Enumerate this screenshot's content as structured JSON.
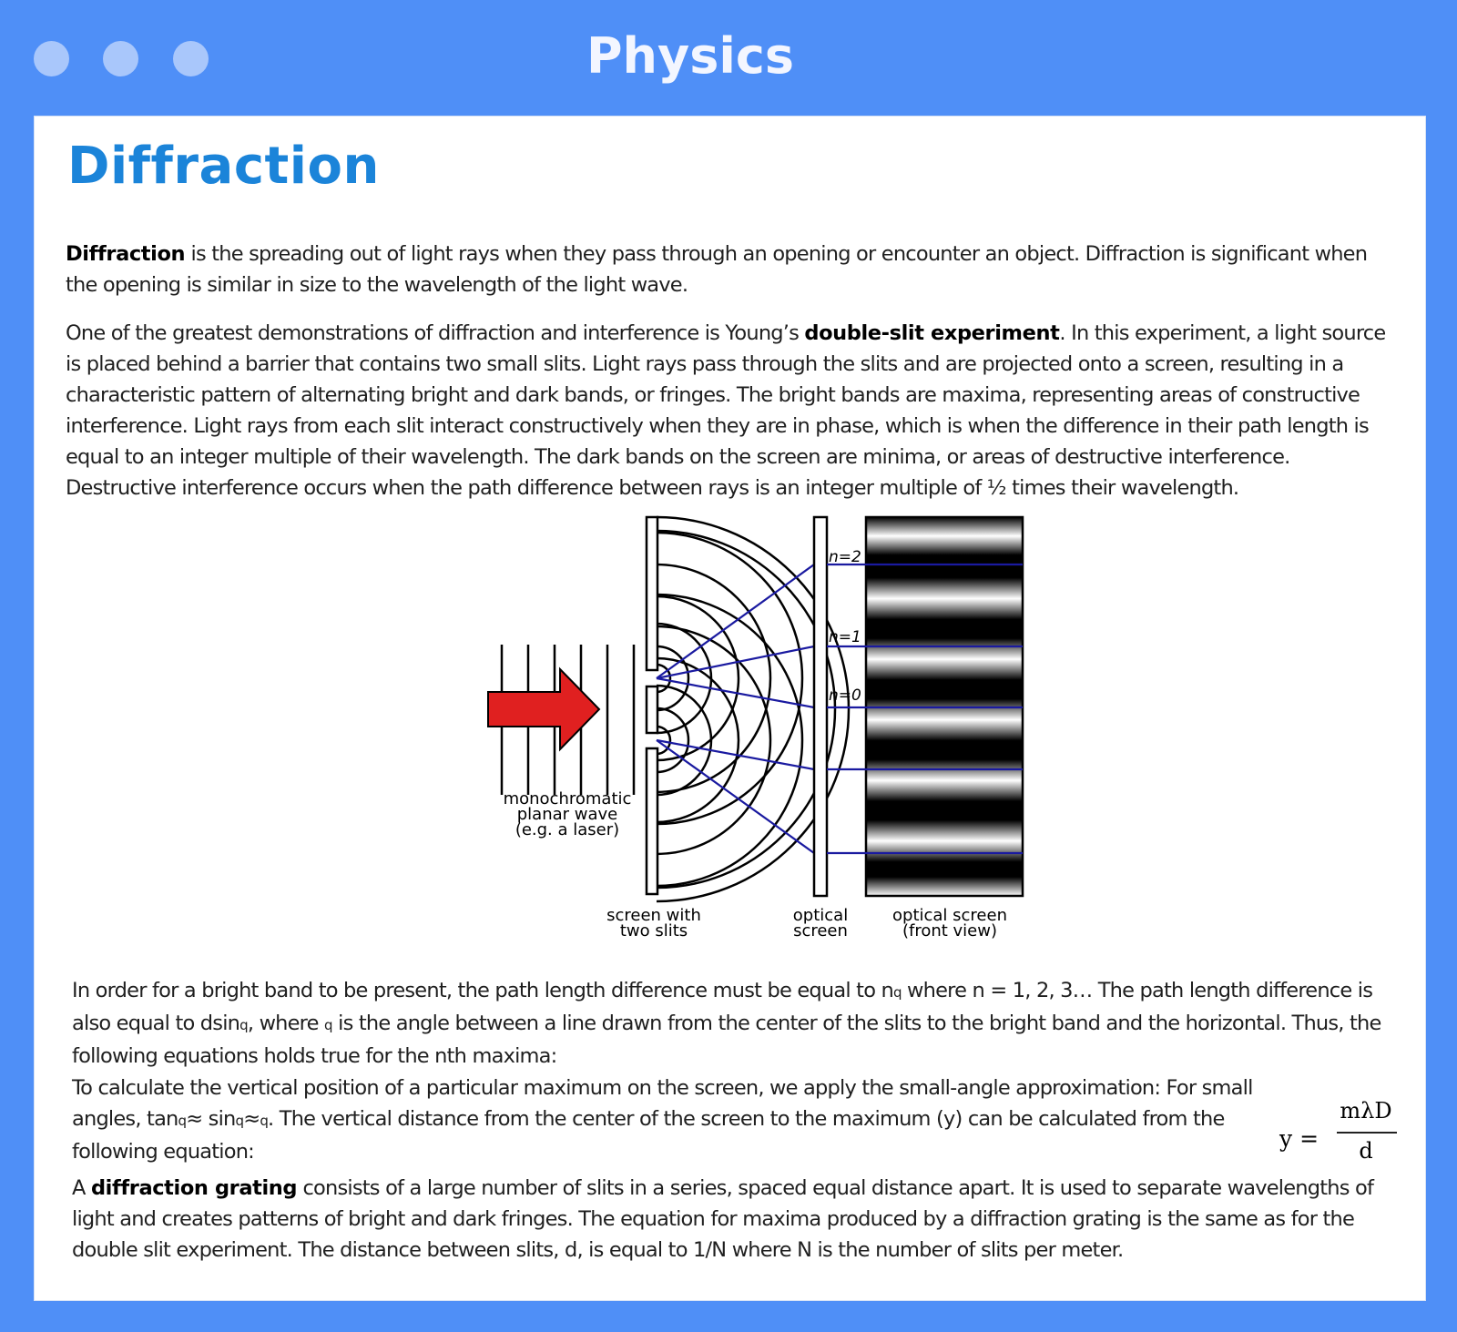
{
  "window": {
    "title": "Physics"
  },
  "page": {
    "title": "Diffraction"
  },
  "paragraphs": {
    "p1": {
      "term": "Diffraction",
      "text": " is the spreading out of light rays when they pass through an opening or encounter an object. Diffraction is significant when the opening is similar in size to the wavelength of the light wave."
    },
    "p2": {
      "before": "One of the greatest demonstrations of diffraction and interference is Young’s ",
      "term": "double-slit experiment",
      "after": ". In this experiment, a light source is placed behind a barrier that contains two small slits. Light rays pass through the slits and are projected onto a screen, resulting in a characteristic pattern of alternating bright and dark bands, or fringes. The bright bands are maxima, representing areas of constructive interference. Light rays from each slit interact constructively when they are in phase, which is when the difference in their path length is equal to an integer multiple of their wavelength. The dark bands on the screen are minima, or areas of destructive interference. Destructive interference occurs when the path difference between rays is an integer multiple of ½ times their wavelength."
    },
    "p3": {
      "a": "In order for a bright band to be present, the path length difference must be equal to n",
      "q1": "q",
      "b": " where n = 1, 2, 3… The path length difference is also equal to dsin",
      "q2": "q",
      "c": ", where ",
      "q3": "q",
      "d": " is the angle between a line drawn from the center of the slits to the bright band and the horizontal. Thus, the following equations holds true for the nth maxima:"
    },
    "p4": {
      "a": "To calculate the vertical position of a particular maximum on the screen, we apply the small-angle approximation: For small angles, tan",
      "q1": "q",
      "b": "≈ sin",
      "q2": "q",
      "c": "≈",
      "q3": "q",
      "d": ". The vertical distance from the center of the screen to the maximum (y) can be calculated from the following equation:"
    },
    "p5": {
      "before": "A ",
      "term": "diffraction grating",
      "after": " consists of a large number of slits in a series, spaced equal distance apart. It is used to separate wavelengths of light and creates patterns of bright and dark fringes. The equation for maxima produced by a diffraction grating is the same as for the double slit experiment. The distance between slits, d, is equal to 1/N where N is the number of slits per meter."
    }
  },
  "formula": {
    "lhs": "y =",
    "numerator": "mλD",
    "denominator": "d"
  },
  "diagram": {
    "source_label": [
      "monochromatic",
      "planar wave",
      "(e.g. a laser)"
    ],
    "barrier_label": [
      "screen with",
      "two slits"
    ],
    "screen_label": [
      "optical",
      "screen"
    ],
    "front_label": [
      "optical screen",
      "(front view)"
    ],
    "order_labels": [
      "n=2",
      "n=1",
      "n=0"
    ],
    "colors": {
      "arrow": "#e02020",
      "rays": "#1a1aa0"
    }
  }
}
